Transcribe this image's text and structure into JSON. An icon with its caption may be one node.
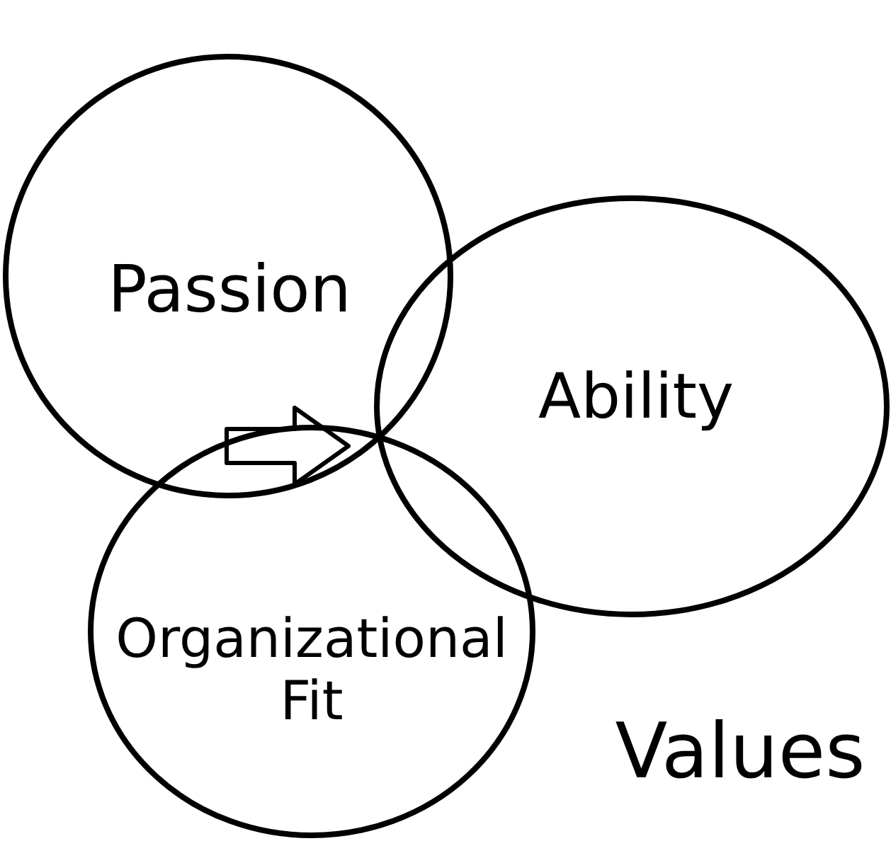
{
  "diagram": {
    "nodes": [
      {
        "text": [
          "Passion"
        ]
      },
      {
        "text": [
          "Ability"
        ]
      },
      {
        "text": [
          "Organizational Fit"
        ]
      }
    ],
    "labels": [
      "Values"
    ]
  }
}
